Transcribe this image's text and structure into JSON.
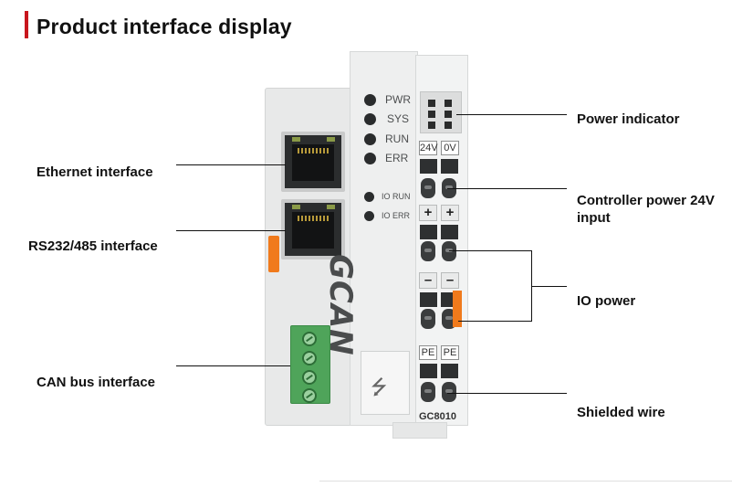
{
  "title": "Product interface display",
  "labels": {
    "ethernet": "Ethernet interface",
    "rs232": "RS232/485 interface",
    "can": "CAN bus interface",
    "power_indicator": "Power indicator",
    "controller_power": "Controller power 24V input",
    "io_power": "IO power",
    "shielded": "Shielded wire"
  },
  "device": {
    "leds": [
      "PWR",
      "SYS",
      "RUN",
      "ERR"
    ],
    "io_leds": [
      "IO RUN",
      "IO ERR"
    ],
    "brand": "GCAN",
    "model": "GC8010",
    "terminals": {
      "top": [
        "24V",
        "0V"
      ],
      "plus": [
        "+",
        "+"
      ],
      "minus": [
        "–",
        "–"
      ],
      "pe": [
        "PE",
        "PE"
      ]
    }
  },
  "colors": {
    "accent": "#c8161d",
    "orange": "#f07a1c",
    "green": "#4fa45a"
  }
}
